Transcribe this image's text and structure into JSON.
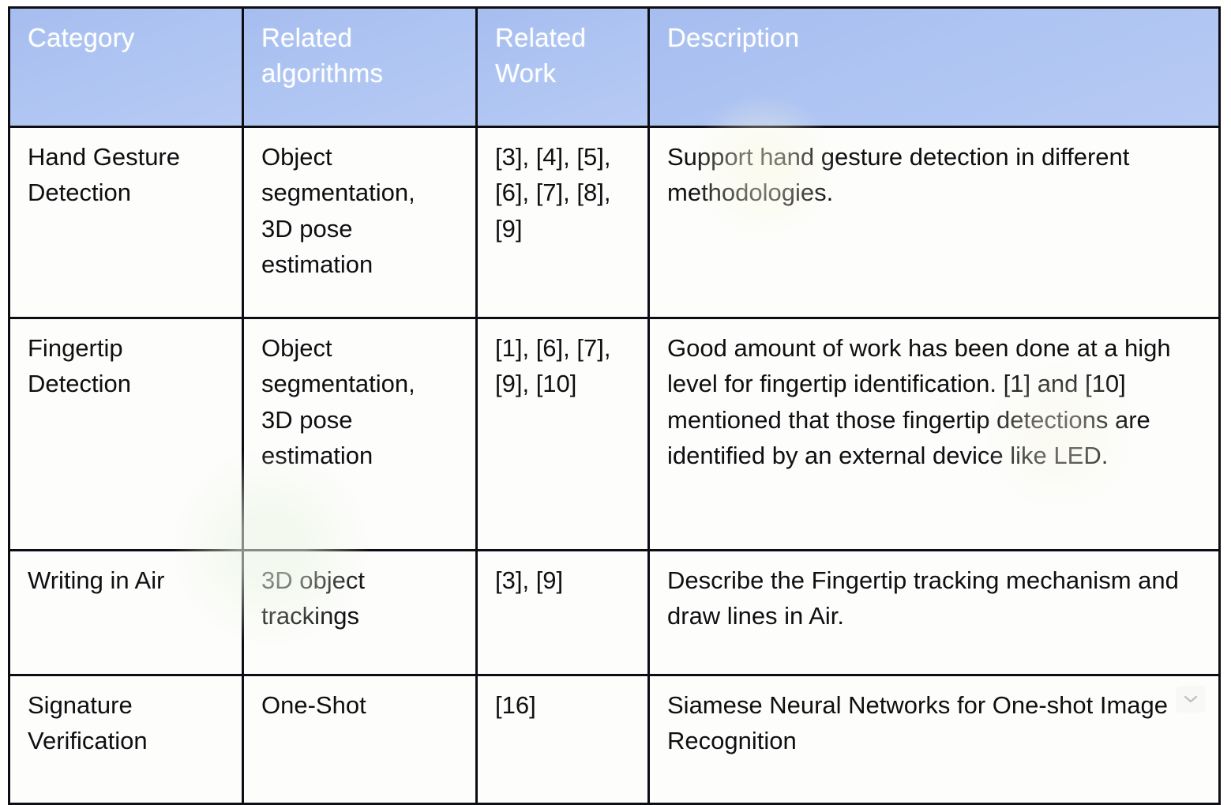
{
  "table": {
    "columns": [
      {
        "id": "category",
        "label": "Category"
      },
      {
        "id": "related_algorithms",
        "label": "Related\nalgorithms"
      },
      {
        "id": "related_work",
        "label": "Related\nWork"
      },
      {
        "id": "description",
        "label": "Description"
      }
    ],
    "rows": [
      {
        "id": "hand-gesture-detection",
        "category": "Hand Gesture\nDetection",
        "related_algorithms": "Object\nsegmentation,\n3D pose\nestimation",
        "related_work": "[3], [4], [5],\n[6], [7], [8],\n[9]",
        "description": "Support hand gesture detection in different methodologies."
      },
      {
        "id": "fingertip-detection",
        "category": "Fingertip\nDetection",
        "related_algorithms": "Object\nsegmentation,\n3D pose\nestimation",
        "related_work": "[1], [6], [7],\n[9], [10]",
        "description": "Good amount of work has been done at a high level for fingertip identification. [1] and [10] mentioned that those fingertip detections are identified by an external device like LED."
      },
      {
        "id": "writing-in-air",
        "category": "Writing in Air",
        "related_algorithms": "3D object\ntrackings",
        "related_work": "[3], [9]",
        "description": "Describe the Fingertip tracking mechanism and draw lines in Air."
      },
      {
        "id": "signature-verification",
        "category": "Signature\nVerification",
        "related_algorithms": "One-Shot",
        "related_work": "[16]",
        "description": "Siamese Neural Networks for One-shot Image Recognition"
      }
    ]
  },
  "widgets": {
    "collapse_icon": "chevron-down-icon"
  },
  "colors": {
    "header_background": "#aec4f2",
    "header_text": "#ffffff",
    "body_text": "#0f0f12",
    "border": "#0d0d14",
    "cell_background": "#fdfdfc"
  }
}
